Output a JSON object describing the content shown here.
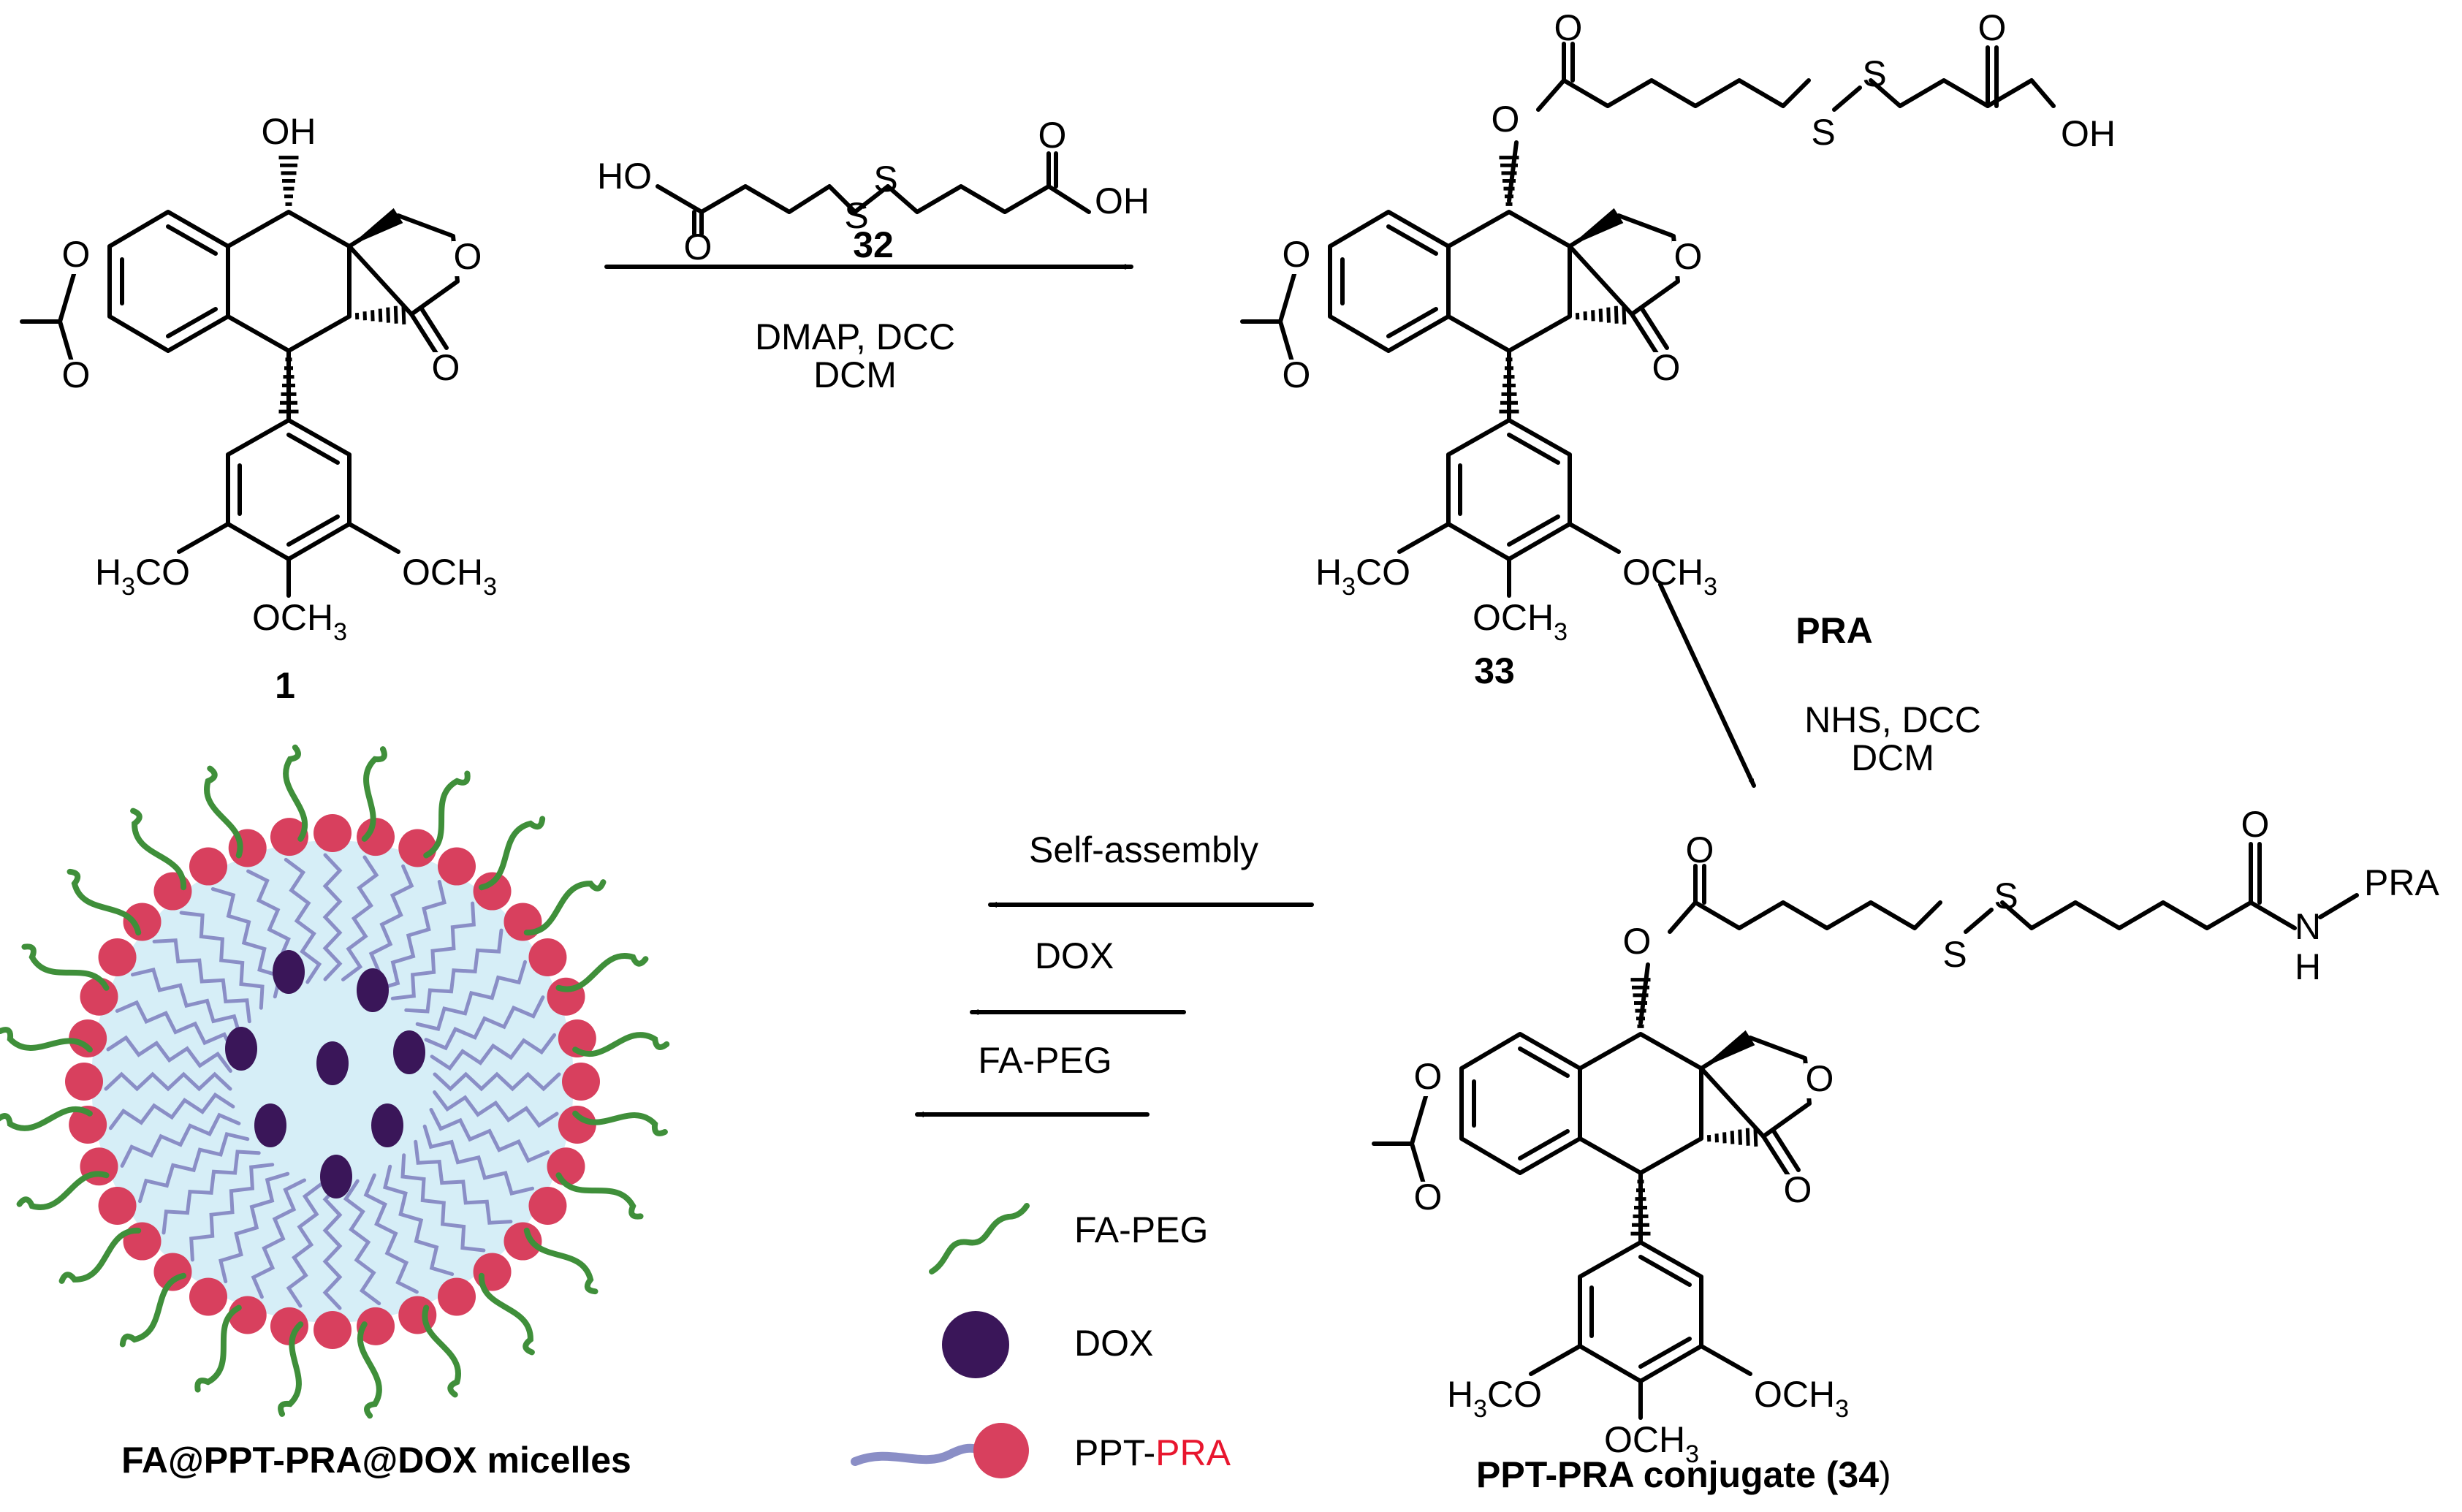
{
  "compounds": {
    "c1": {
      "number": "1"
    },
    "c33": {
      "number": "33"
    },
    "c34": {
      "label": "PPT-PRA conjugate (",
      "number": "34",
      "close": ")"
    }
  },
  "atoms": {
    "OH": "OH",
    "O": "O",
    "H3CO_h": "H",
    "H3CO_3": "3",
    "H3CO_co": "CO",
    "OCH3_och": "OCH",
    "OCH3_3": "3",
    "HO": "HO",
    "S": "S",
    "N": "N",
    "H": "H",
    "PRA": "PRA"
  },
  "reagents": {
    "linker_number": "32",
    "step1_line1": "DMAP,  DCC",
    "step1_line2": "DCM",
    "step2_reactant": "PRA",
    "step2_line1": "NHS, DCC",
    "step2_line2": "DCM",
    "step3_line1": "Self-assembly",
    "step3_line2": "DOX",
    "step3_line3": "FA-PEG"
  },
  "legend": {
    "fa_peg": "FA-PEG",
    "dox": "DOX",
    "ppt": "PPT",
    "dash": "-",
    "pra": "PRA"
  },
  "micelle": {
    "title": "FA@PPT-PRA@DOX micelles"
  },
  "colors": {
    "peg_green": "#3f8f3a",
    "dox_purple": "#3a1659",
    "head_red": "#d8405e",
    "tail_lilac": "#8a8ec6",
    "core_blue": "#d6eef7",
    "ppt_cyan": "#2ec0ee",
    "pra_red": "#e8162e"
  }
}
